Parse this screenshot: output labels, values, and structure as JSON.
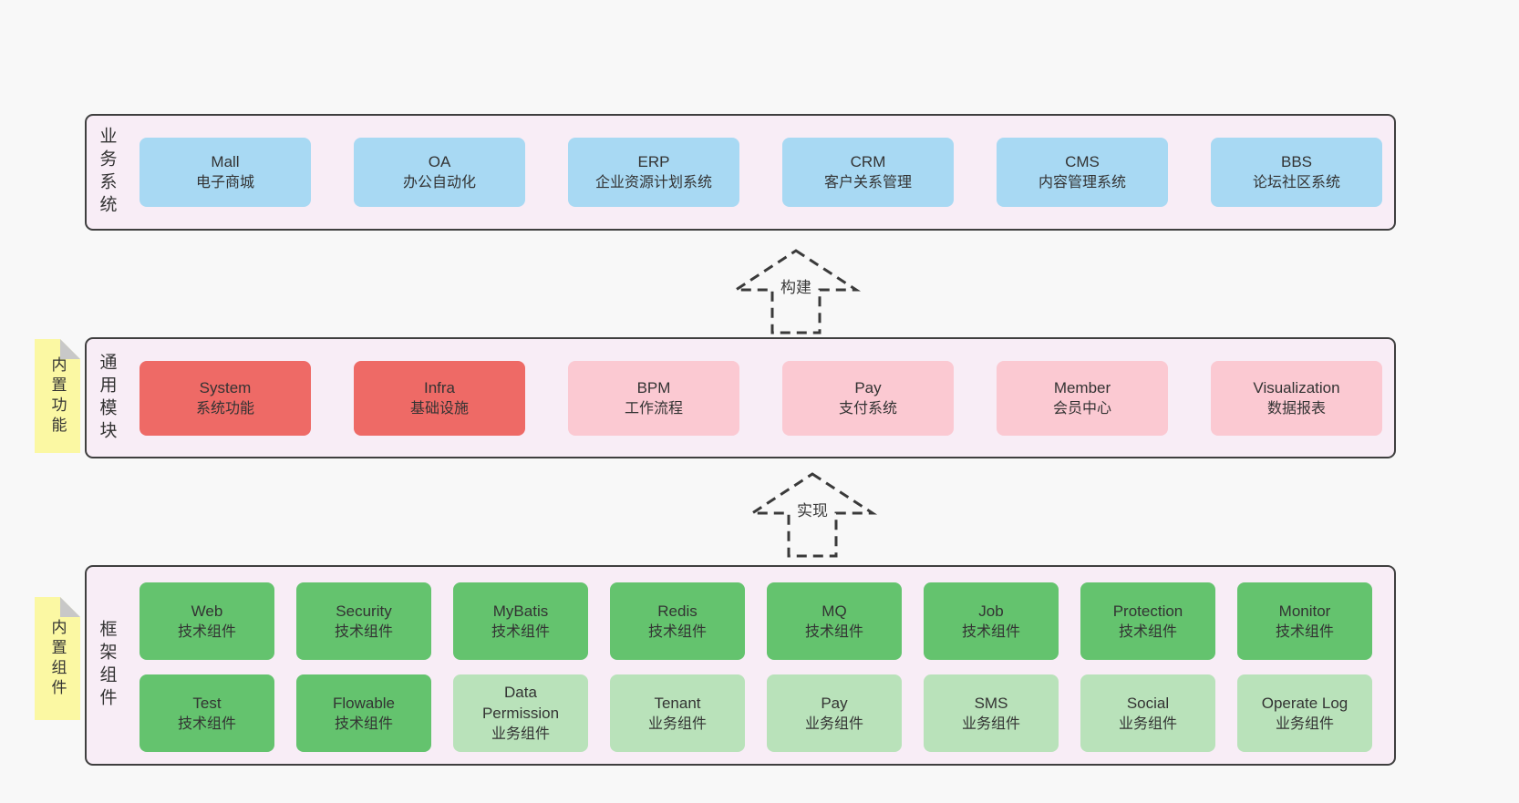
{
  "colors": {
    "page_bg": "#f8f8f8",
    "band_bg": "#f8edf6",
    "band_border": "#3f3f3f",
    "box_blue": "#a8d9f3",
    "box_red": "#ee6a66",
    "box_pink": "#fbc9d2",
    "box_green": "#64c36e",
    "box_light_green": "#b9e2ba",
    "note_yellow": "#fbf8a3",
    "note_fold_gray": "#c8c8c8",
    "text": "#333333"
  },
  "arrows": [
    {
      "label": "构建"
    },
    {
      "label": "实现"
    }
  ],
  "bands": {
    "business": {
      "label": "业务系统",
      "boxes": [
        {
          "name": "Mall",
          "desc": "电子商城"
        },
        {
          "name": "OA",
          "desc": "办公自动化"
        },
        {
          "name": "ERP",
          "desc": "企业资源计划系统"
        },
        {
          "name": "CRM",
          "desc": "客户关系管理"
        },
        {
          "name": "CMS",
          "desc": "内容管理系统"
        },
        {
          "name": "BBS",
          "desc": "论坛社区系统"
        }
      ]
    },
    "modules": {
      "label": "通用模块",
      "note": "内置功能",
      "boxes": [
        {
          "name": "System",
          "desc": "系统功能",
          "variant": "red"
        },
        {
          "name": "Infra",
          "desc": "基础设施",
          "variant": "red"
        },
        {
          "name": "BPM",
          "desc": "工作流程",
          "variant": "pink"
        },
        {
          "name": "Pay",
          "desc": "支付系统",
          "variant": "pink"
        },
        {
          "name": "Member",
          "desc": "会员中心",
          "variant": "pink"
        },
        {
          "name": "Visualization",
          "desc": "数据报表",
          "variant": "pink"
        }
      ]
    },
    "components": {
      "label": "框架组件",
      "note": "内置组件",
      "row1": [
        {
          "name": "Web",
          "desc": "技术组件",
          "variant": "green"
        },
        {
          "name": "Security",
          "desc": "技术组件",
          "variant": "green"
        },
        {
          "name": "MyBatis",
          "desc": "技术组件",
          "variant": "green"
        },
        {
          "name": "Redis",
          "desc": "技术组件",
          "variant": "green"
        },
        {
          "name": "MQ",
          "desc": "技术组件",
          "variant": "green"
        },
        {
          "name": "Job",
          "desc": "技术组件",
          "variant": "green"
        },
        {
          "name": "Protection",
          "desc": "技术组件",
          "variant": "green"
        },
        {
          "name": "Monitor",
          "desc": "技术组件",
          "variant": "green"
        }
      ],
      "row2": [
        {
          "name": "Test",
          "desc": "技术组件",
          "variant": "green"
        },
        {
          "name": "Flowable",
          "desc": "技术组件",
          "variant": "green"
        },
        {
          "name": "Data Permission",
          "desc": "业务组件",
          "variant": "light_green"
        },
        {
          "name": "Tenant",
          "desc": "业务组件",
          "variant": "light_green"
        },
        {
          "name": "Pay",
          "desc": "业务组件",
          "variant": "light_green"
        },
        {
          "name": "SMS",
          "desc": "业务组件",
          "variant": "light_green"
        },
        {
          "name": "Social",
          "desc": "业务组件",
          "variant": "light_green"
        },
        {
          "name": "Operate Log",
          "desc": "业务组件",
          "variant": "light_green"
        }
      ]
    }
  }
}
